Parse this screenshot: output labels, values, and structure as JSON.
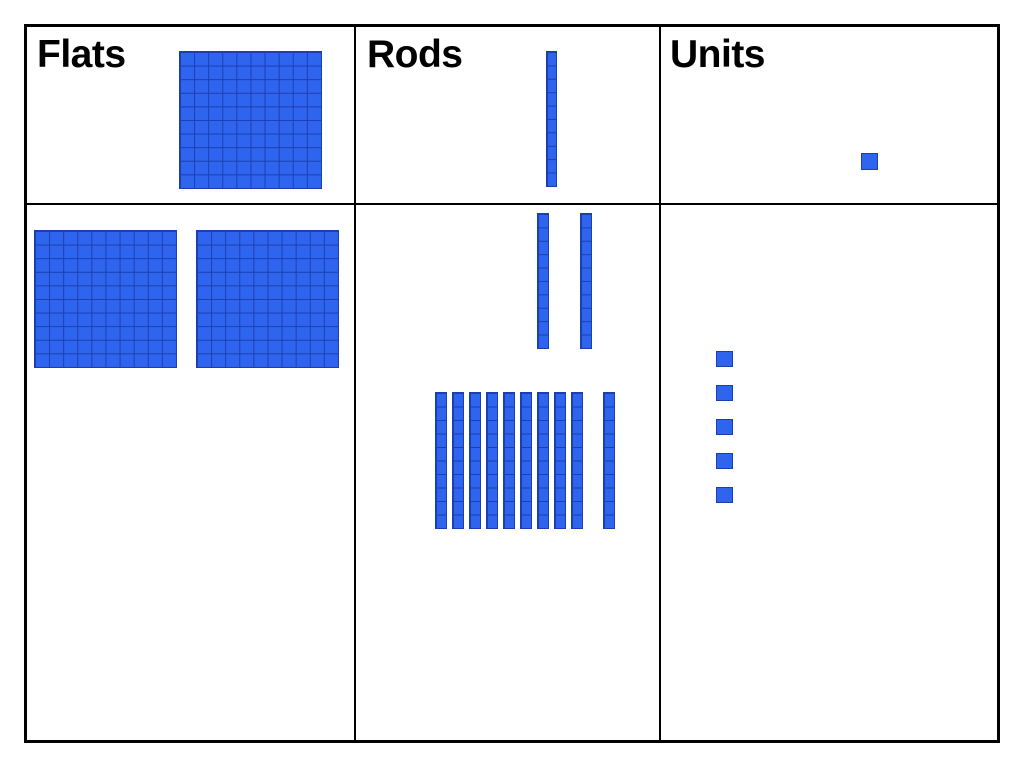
{
  "headers": {
    "flats": "Flats",
    "rods": "Rods",
    "units": "Units"
  },
  "colors": {
    "block_fill": "#2f64ee",
    "block_edge": "#1a3fae",
    "frame": "#000000"
  },
  "blocks": {
    "flat_grid": [
      10,
      10
    ],
    "rod_grid": [
      1,
      10
    ],
    "unit_grid": [
      1,
      1
    ]
  },
  "key_row": {
    "flats": 1,
    "rods": 1,
    "units": 1
  },
  "answer_row": {
    "flats": 2,
    "rods_top_group": 2,
    "rods_bottom_group": 10,
    "units": 5
  }
}
